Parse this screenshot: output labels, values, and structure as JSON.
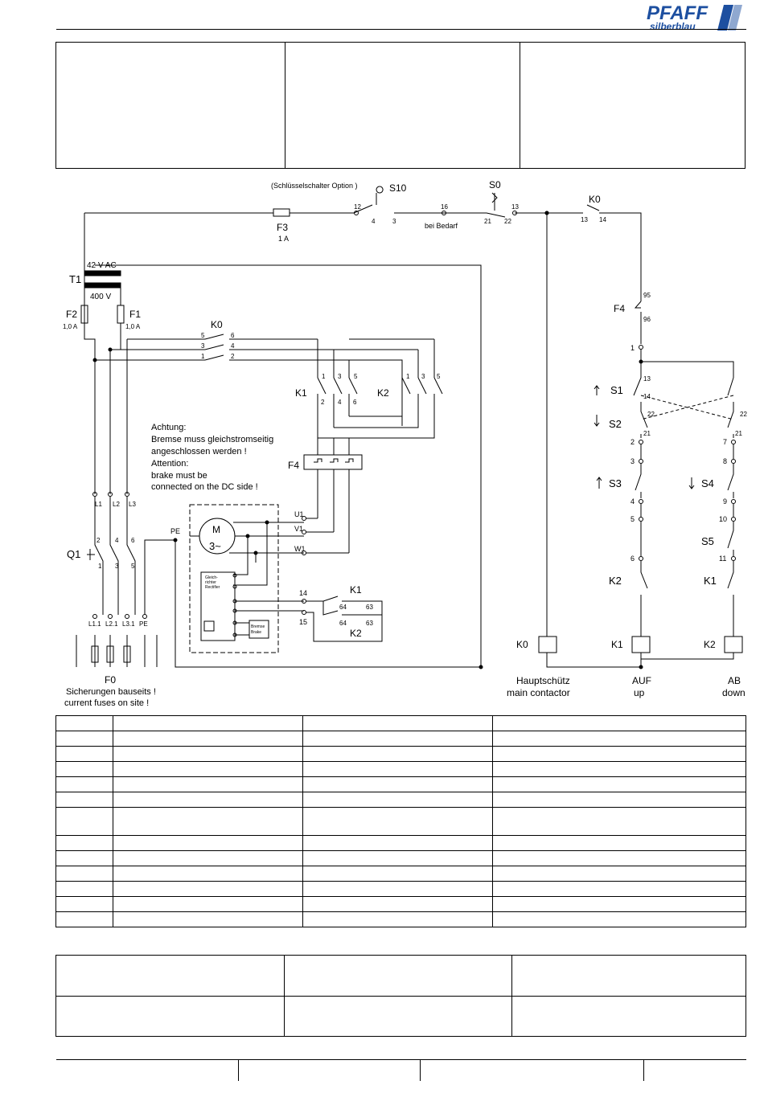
{
  "brand": {
    "name": "PFAFF",
    "sub": "silberblau"
  },
  "diagram": {
    "key_switch_note": "(Schlüsselschalter Option )",
    "s10": "S10",
    "s0": "S0",
    "k0": "K0",
    "f3": "F3",
    "f3_rating": "1 A",
    "if_needed": "bei Bedarf",
    "t1": "T1",
    "t1_secondary": "42 V AC",
    "t1_primary": "400 V",
    "f2": "F2",
    "f1": "F1",
    "f_rating": "1,0 A",
    "k1": "K1",
    "k2": "K2",
    "f4": "F4",
    "q1": "Q1",
    "pe": "PE",
    "motor_m": "M",
    "motor_3": "3~",
    "u1": "U1",
    "v1": "V1",
    "w1": "W1",
    "rectifier": [
      "Gleich-",
      "richter",
      "Rectifier"
    ],
    "brake": [
      "Bremse",
      "Brake"
    ],
    "n14": "14",
    "n15": "15",
    "n64": "64",
    "n63": "63",
    "f0": "F0",
    "fuse_note_de": "Sicherungen bauseits !",
    "fuse_note_en": "current fuses on site !",
    "warning": [
      "Achtung:",
      "Bremse muss gleichstromseitig",
      "angeschlossen werden !",
      "Attention:",
      "brake must be",
      "connected on the DC side !"
    ],
    "f4_ctrl": "F4",
    "s1": "S1",
    "s2": "S2",
    "s3": "S3",
    "s4": "S4",
    "s5": "S5",
    "k0_coil_de": "Hauptschütz",
    "k0_coil_en": "main contactor",
    "k1_coil_de": "AUF",
    "k1_coil_en": "up",
    "k2_coil_de": "AB",
    "k2_coil_en": "down",
    "l1": "L1",
    "l2": "L2",
    "l3": "L3",
    "l11": "L1.1",
    "l21": "L2.1",
    "l31": "L3.1"
  }
}
